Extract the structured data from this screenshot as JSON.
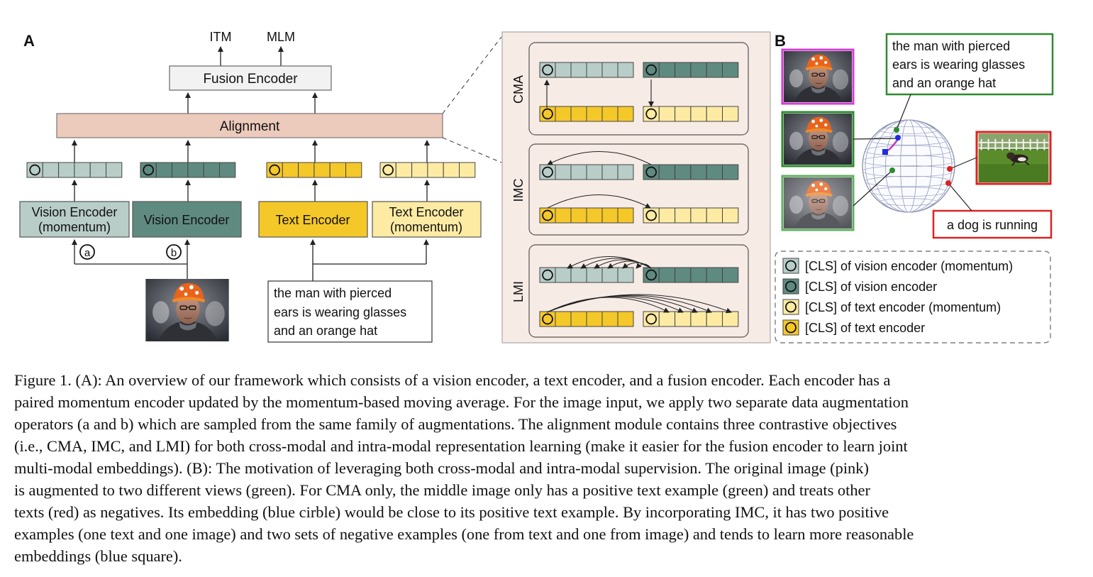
{
  "panel_a": {
    "label": "A",
    "outputs": [
      "ITM",
      "MLM"
    ],
    "fusion_encoder": "Fusion Encoder",
    "alignment": "Alignment",
    "encoders": [
      {
        "line1": "Vision Encoder",
        "line2": "(momentum)"
      },
      {
        "line1": "Vision Encoder",
        "line2": ""
      },
      {
        "line1": "Text Encoder",
        "line2": ""
      },
      {
        "line1": "Text Encoder",
        "line2": "(momentum)"
      }
    ],
    "aug_a": "a",
    "aug_b": "b",
    "text_input": [
      "the man with pierced",
      "ears is wearing glasses",
      "and an orange hat"
    ]
  },
  "objectives": {
    "cma": "CMA",
    "imc": "IMC",
    "lmi": "LMI"
  },
  "panel_b": {
    "label": "B",
    "positive_text": [
      "the man with pierced",
      "ears is wearing glasses",
      "and an orange hat"
    ],
    "negative_text": "a dog is running",
    "legend": [
      "[CLS] of vision encoder (momentum)",
      "[CLS] of vision encoder",
      "[CLS] of text encoder (momentum)",
      "[CLS] of text encoder"
    ]
  },
  "colors": {
    "vision_momentum": "#b8cdc8",
    "vision": "#5f8a80",
    "text": "#f5c829",
    "text_momentum": "#fdeba3",
    "alignment": "#eccabc",
    "objective_panel": "#f7ebe6",
    "positive": "#2e8b2e",
    "negative": "#dd2222",
    "original": "#d63bd6"
  },
  "caption": [
    "Figure 1. (A): An overview of our framework which consists of a vision encoder, a text encoder, and a fusion encoder. Each encoder has a",
    "paired momentum encoder updated by the momentum-based moving average. For the image input, we apply two separate data augmentation",
    "operators (a and b) which are sampled from the same family of augmentations. The alignment module contains three contrastive objectives",
    "(i.e., CMA, IMC, and LMI) for both cross-modal and intra-modal representation learning (make it easier for the fusion encoder to learn joint",
    "multi-modal embeddings). (B): The motivation of leveraging both cross-modal and intra-modal supervision. The original image (pink)",
    "is augmented to two different views (green). For CMA only, the middle image only has a positive text example (green) and treats other",
    "texts (red) as negatives. Its embedding (blue cirble) would be close to its positive text example. By incorporating IMC, it has two positive",
    "examples (one text and one image) and two sets of negative examples (one from text and one from image) and tends to learn more reasonable",
    "embeddings (blue square)."
  ]
}
